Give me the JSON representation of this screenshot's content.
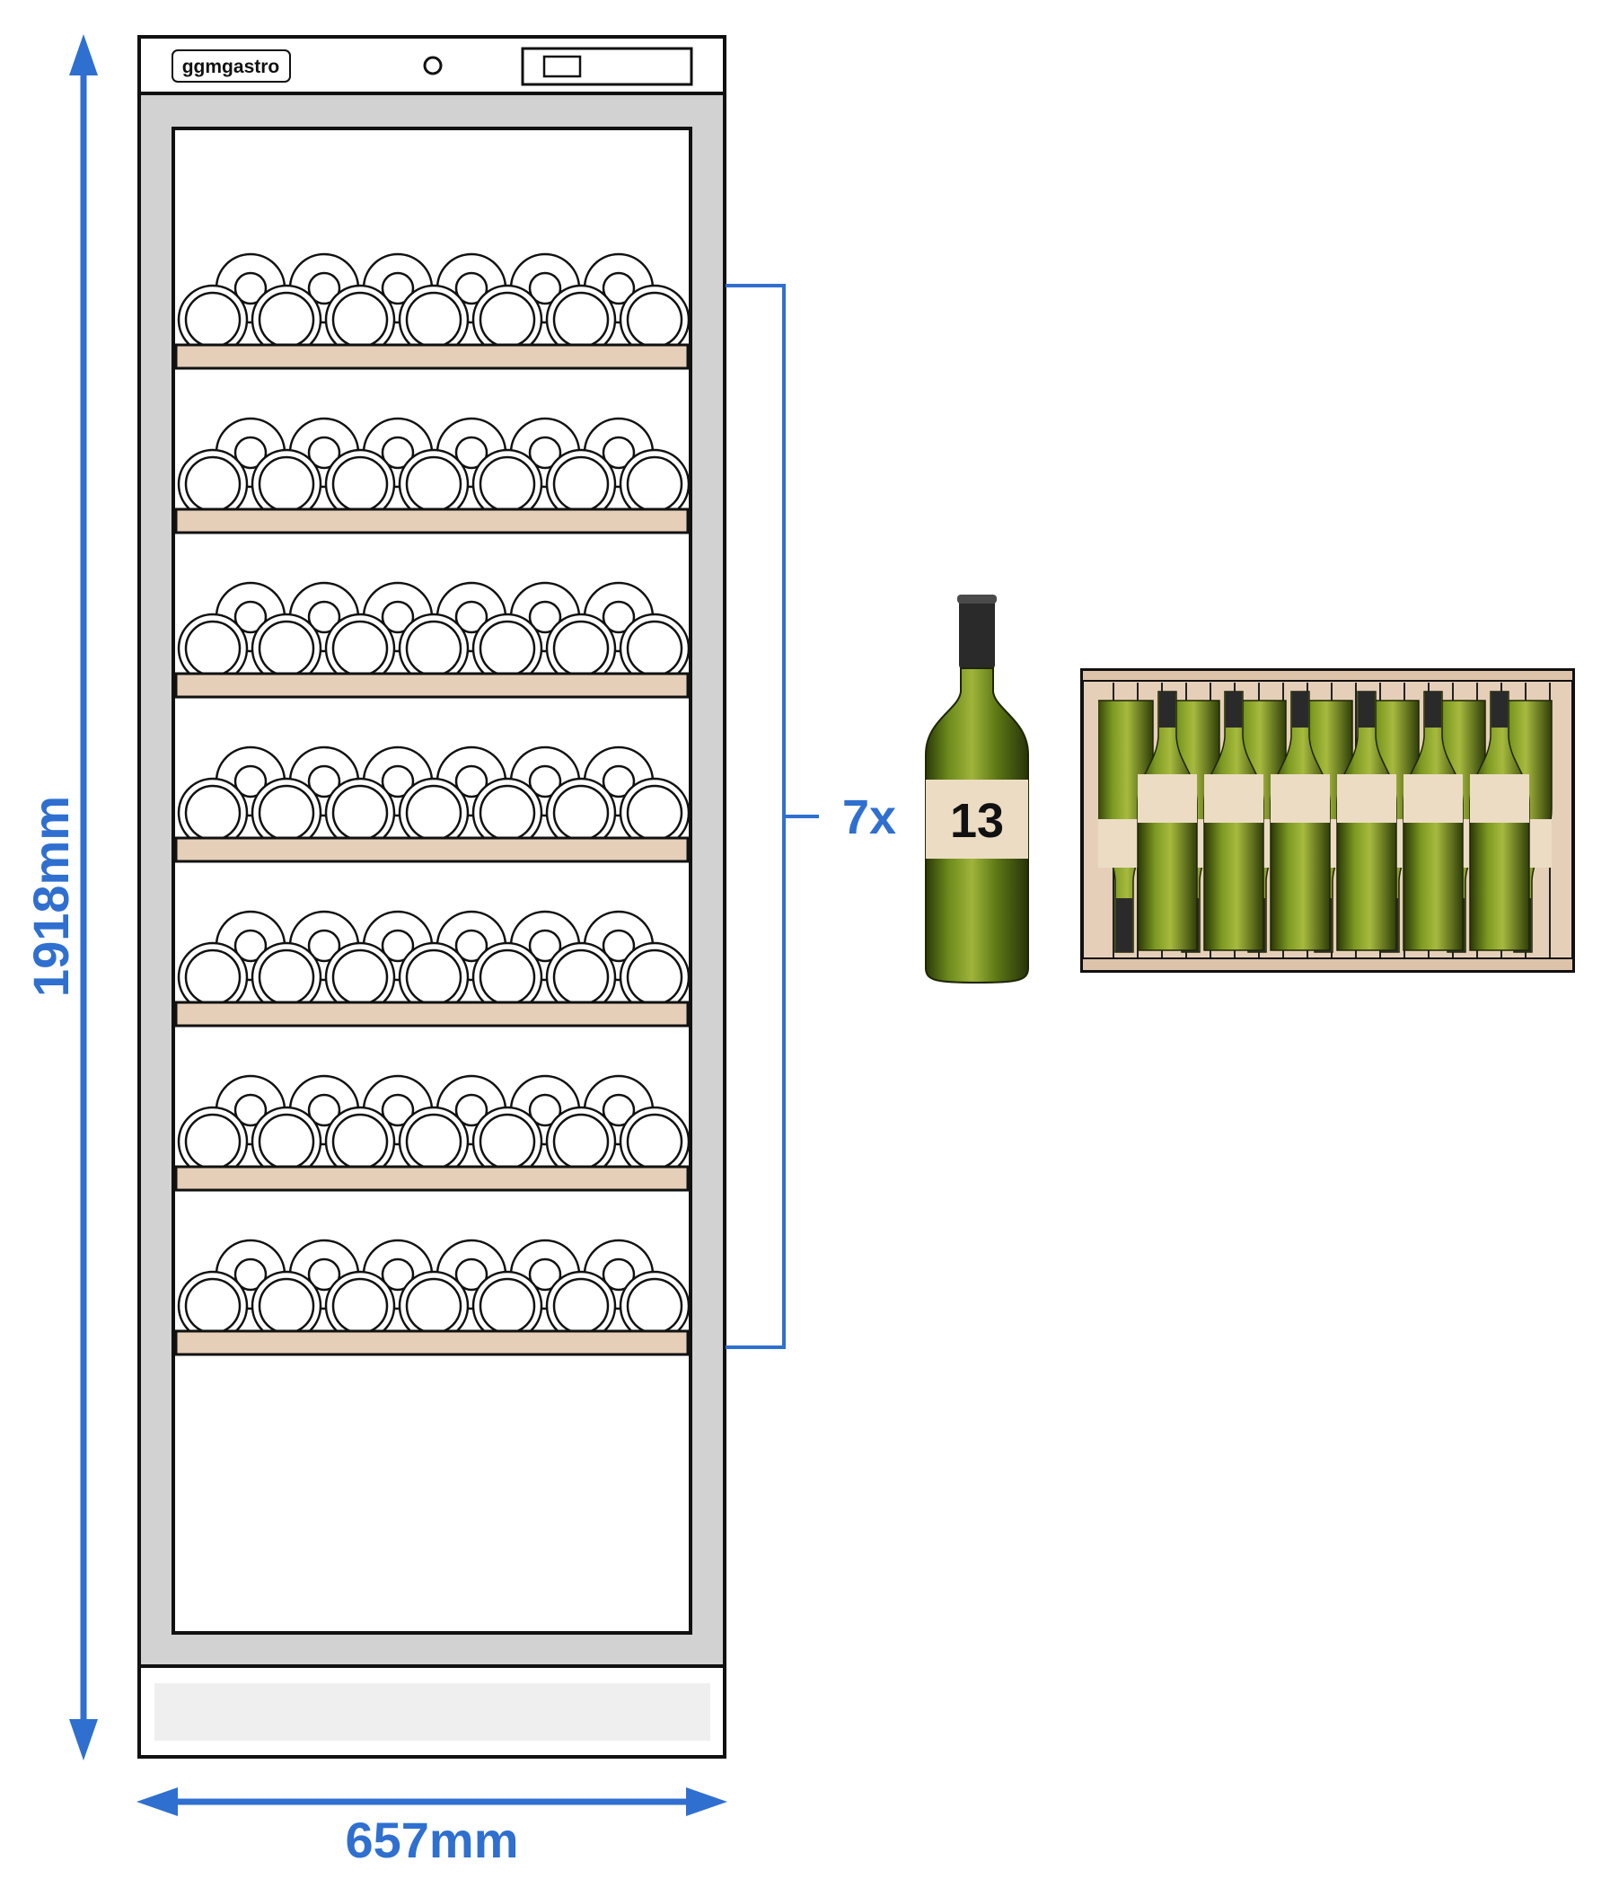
{
  "brand": {
    "logo_text": "ggmgastro"
  },
  "dimensions": {
    "height_label": "1918mm",
    "width_label": "657mm"
  },
  "shelves": {
    "count_label": "7x",
    "shelf_count": 7,
    "bottles_per_shelf": 13,
    "bottle_label": "13"
  },
  "colors": {
    "accent": "#2f6fd0",
    "shelf_wood": "#e6cfb8",
    "frame_gray": "#d2d2d2",
    "kick_plate": "#efefef",
    "bottle_green": "#4f6a12"
  }
}
